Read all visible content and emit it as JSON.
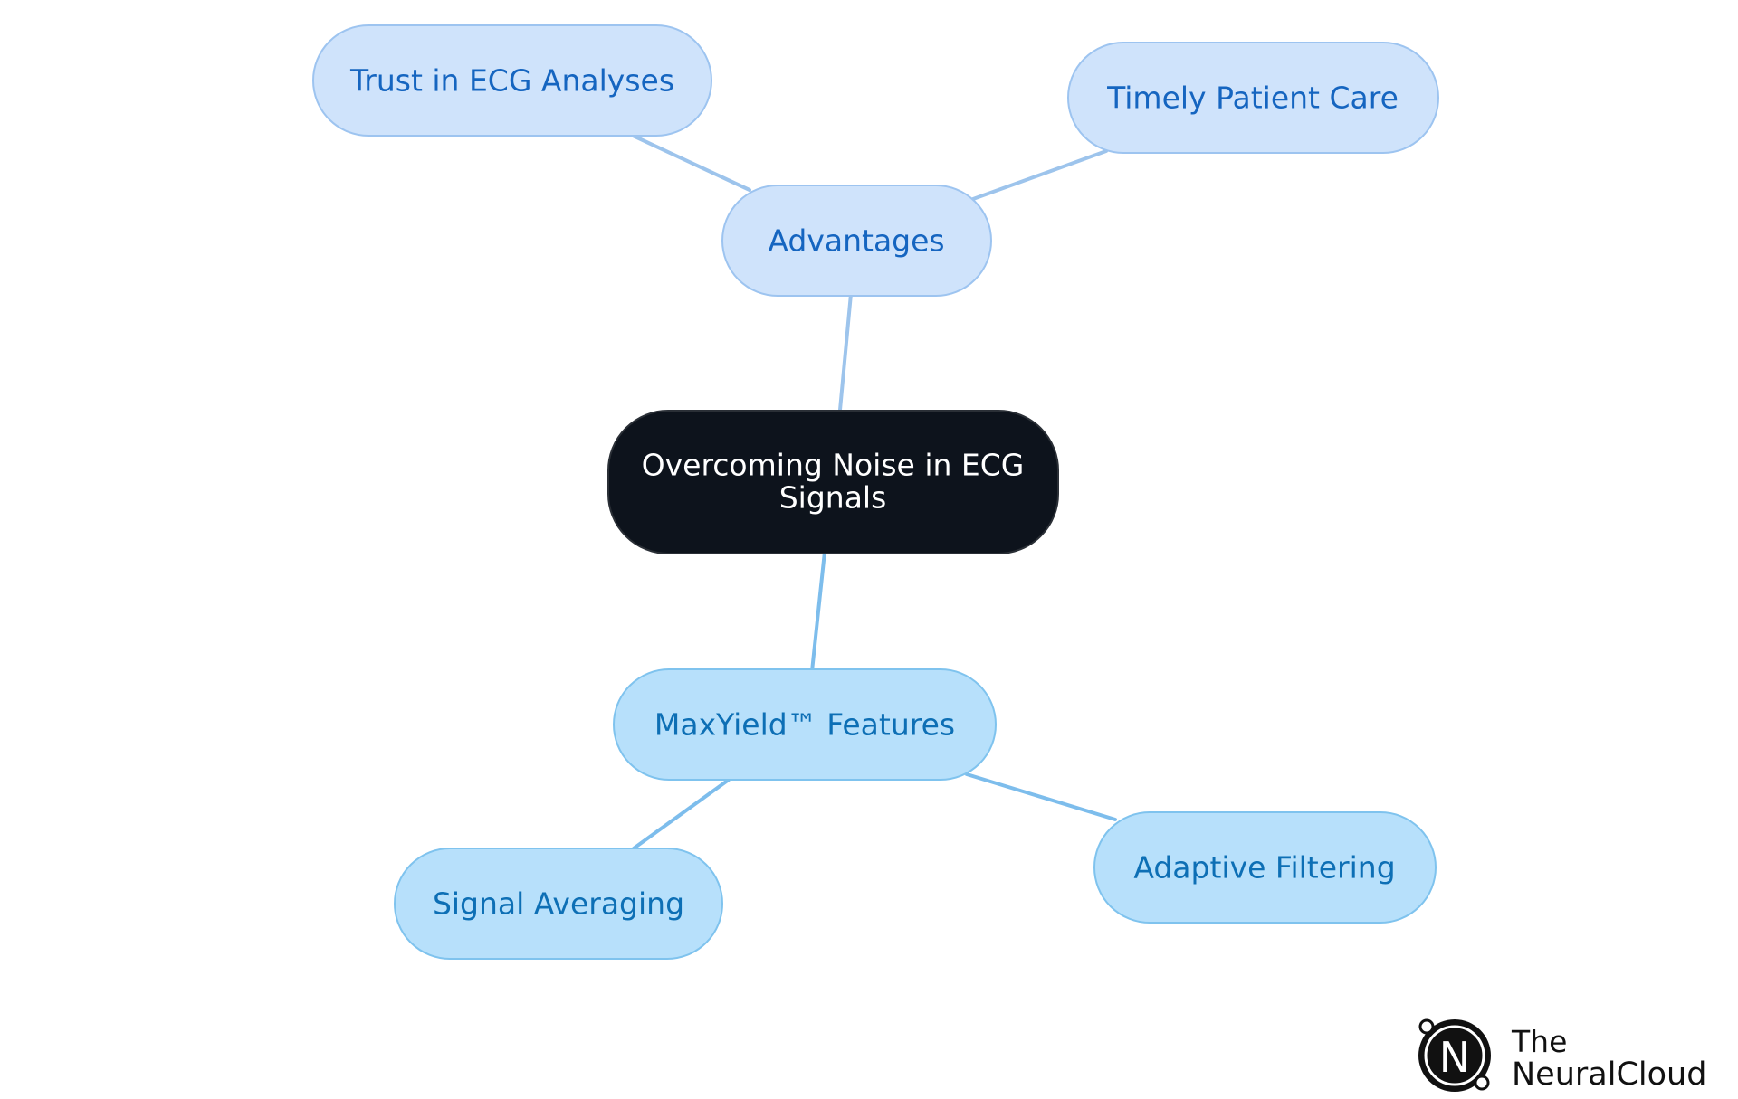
{
  "diagram": {
    "root": {
      "lines": [
        "Overcoming Noise in ECG",
        "Signals"
      ],
      "fill": "#0d131c",
      "stroke": "#2a2f36",
      "text_color": "#ffffff"
    },
    "advantages_branch": {
      "label": "Advantages",
      "fill": "#cfe3fb",
      "stroke": "#9dc4f0",
      "text_color": "#1565c0",
      "edge_color": "#9dc4ec",
      "children": [
        {
          "label": "Trust in ECG Analyses"
        },
        {
          "label": "Timely Patient Care"
        }
      ]
    },
    "features_branch": {
      "label": "MaxYield™ Features",
      "fill": "#b7e0fb",
      "stroke": "#7fc3ee",
      "text_color": "#0d6fb5",
      "edge_color": "#7dbdec",
      "children": [
        {
          "label": "Signal Averaging"
        },
        {
          "label": "Adaptive Filtering"
        }
      ]
    }
  },
  "logo": {
    "icon_letter": "N",
    "line1": "The",
    "line2": "NeuralCloud"
  }
}
